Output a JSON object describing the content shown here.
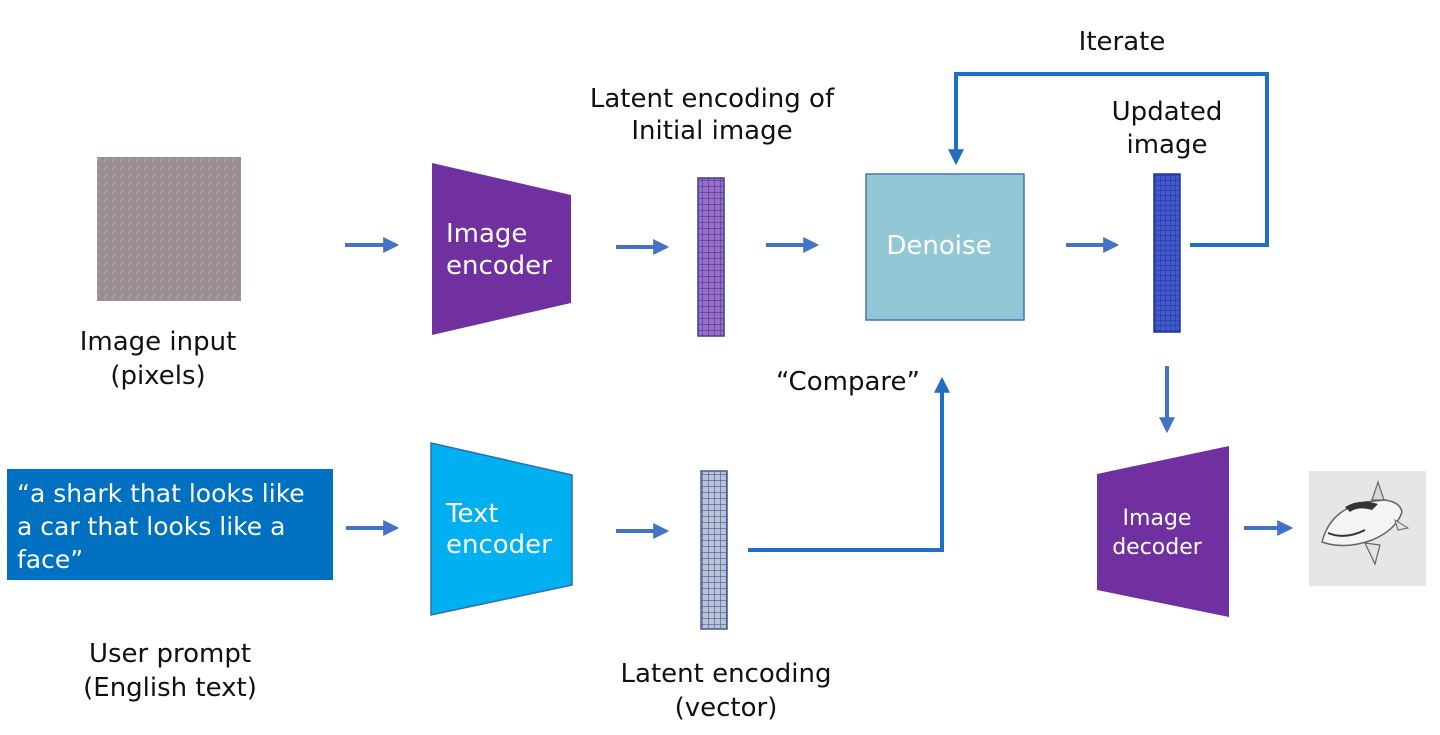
{
  "image_input": {
    "label_line1": "Image input",
    "label_line2": "(pixels)"
  },
  "user_prompt": {
    "text_line1": "“a shark that looks like",
    "text_line2": "a car that looks like a",
    "text_line3": "face”",
    "label_line1": "User prompt",
    "label_line2": "(English text)"
  },
  "image_encoder": {
    "line1": "Image",
    "line2": "encoder"
  },
  "text_encoder": {
    "line1": "Text",
    "line2": "encoder"
  },
  "latent_initial": {
    "line1": "Latent encoding of",
    "line2": "Initial image"
  },
  "latent_vector": {
    "line1": "Latent encoding",
    "line2": "(vector)"
  },
  "denoise": {
    "label": "Denoise"
  },
  "compare": {
    "label": "“Compare”"
  },
  "updated_image": {
    "line1": "Updated",
    "line2": "image"
  },
  "iterate": {
    "label": "Iterate"
  },
  "image_decoder": {
    "line1": "Image",
    "line2": "decoder"
  },
  "colors": {
    "purple": "#7030a0",
    "cyan": "#00b0f0",
    "prompt_blue": "#0070c0",
    "denoise_fill": "#92c8d6",
    "arrow_blue": "#4472c4",
    "dark_blue": "#3a56c4"
  },
  "icons": {
    "output_image": "shark-car-face-icon"
  }
}
